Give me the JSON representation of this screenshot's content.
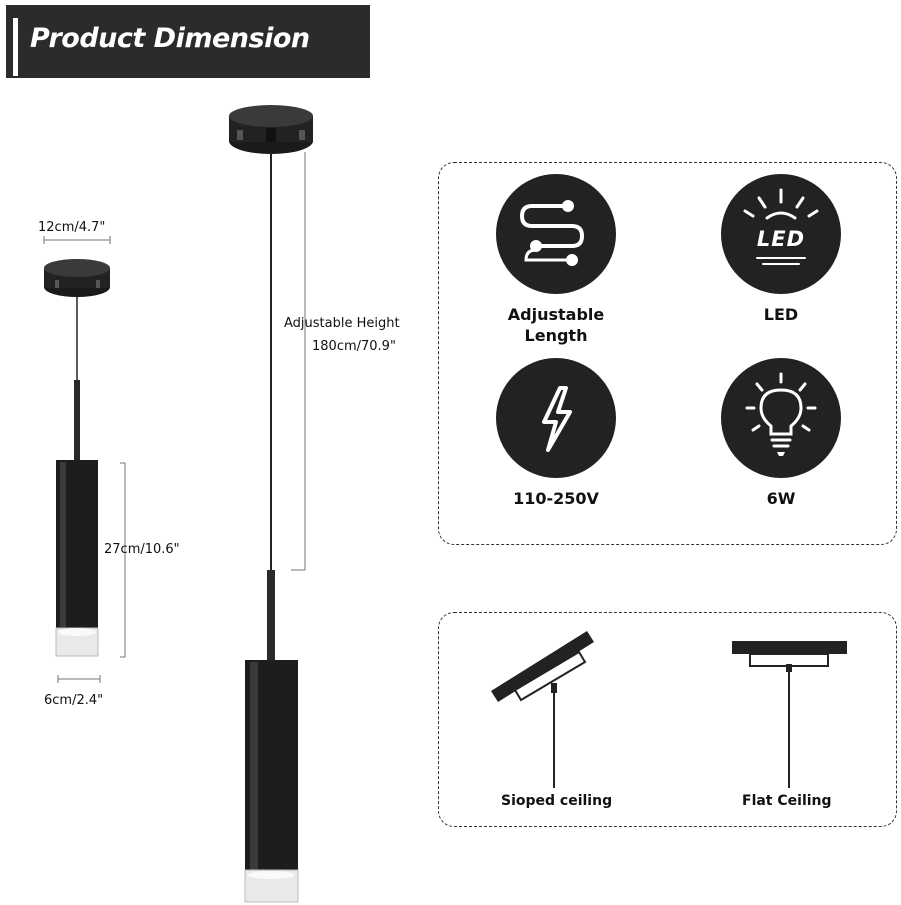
{
  "header": {
    "title": "Product Dimension"
  },
  "dimensions": {
    "canopy_width": "12cm/4.7\"",
    "adjustable_height_label": "Adjustable Height",
    "adjustable_height_value": "180cm/70.9\"",
    "shade_height": "27cm/10.6\"",
    "shade_diameter": "6cm/2.4\""
  },
  "features": [
    {
      "icon": "adjustable-length-icon",
      "label_line1": "Adjustable",
      "label_line2": "Length"
    },
    {
      "icon": "led-icon",
      "icon_text": "LED",
      "label_line1": "LED"
    },
    {
      "icon": "lightning-icon",
      "label_line1": "110-250V"
    },
    {
      "icon": "bulb-icon",
      "label_line1": "6W"
    }
  ],
  "ceilings": [
    {
      "icon": "sloped-ceiling-icon",
      "label": "Sioped ceiling"
    },
    {
      "icon": "flat-ceiling-icon",
      "label": "Flat Ceiling"
    }
  ],
  "colors": {
    "dark": "#222222",
    "banner": "#2b2b2b",
    "white": "#ffffff"
  }
}
